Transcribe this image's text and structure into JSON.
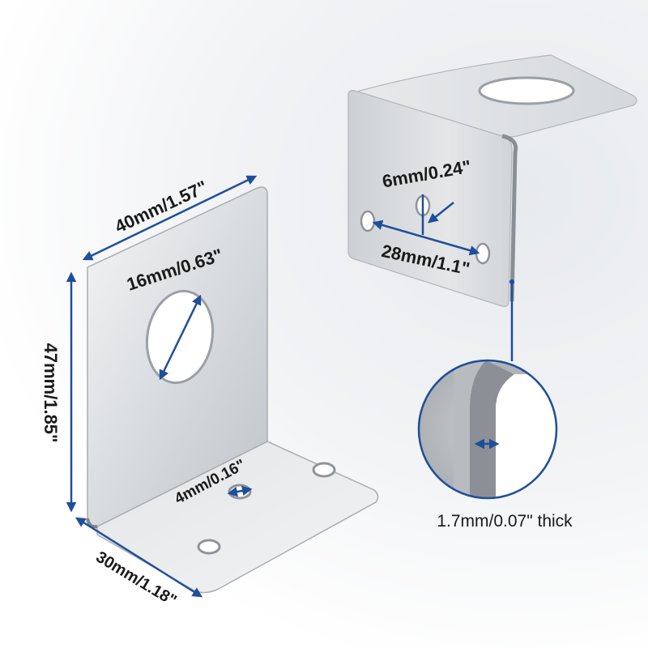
{
  "product": {
    "colors": {
      "dimension_line": "#1f4e9a",
      "metal_light": "#eef0f2",
      "metal_mid": "#c9ccd0",
      "metal_dark": "#8c9096"
    }
  },
  "left_bracket": {
    "width_label": "40mm/1.57\"",
    "height_label": "47mm/1.85\"",
    "depth_label": "30mm/1.18\"",
    "big_hole_label": "16mm/0.63\"",
    "small_hole_label": "4mm/0.16\""
  },
  "right_bracket": {
    "hole_diameter_label": "6mm/0.24\"",
    "hole_spacing_label": "28mm/1.1\""
  },
  "thickness_detail": {
    "label": "1.7mm/0.07\" thick"
  }
}
